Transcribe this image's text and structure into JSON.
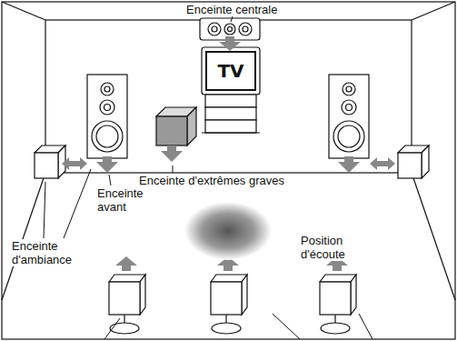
{
  "diagram": {
    "nodes": [
      {
        "text": [
          "TV"
        ]
      }
    ],
    "labels": [
      "Enceinte centrale",
      "Enceinte d'extrêmes graves",
      "Enceinte avant",
      "Enceinte d'ambiance",
      "Position d'écoute"
    ]
  }
}
